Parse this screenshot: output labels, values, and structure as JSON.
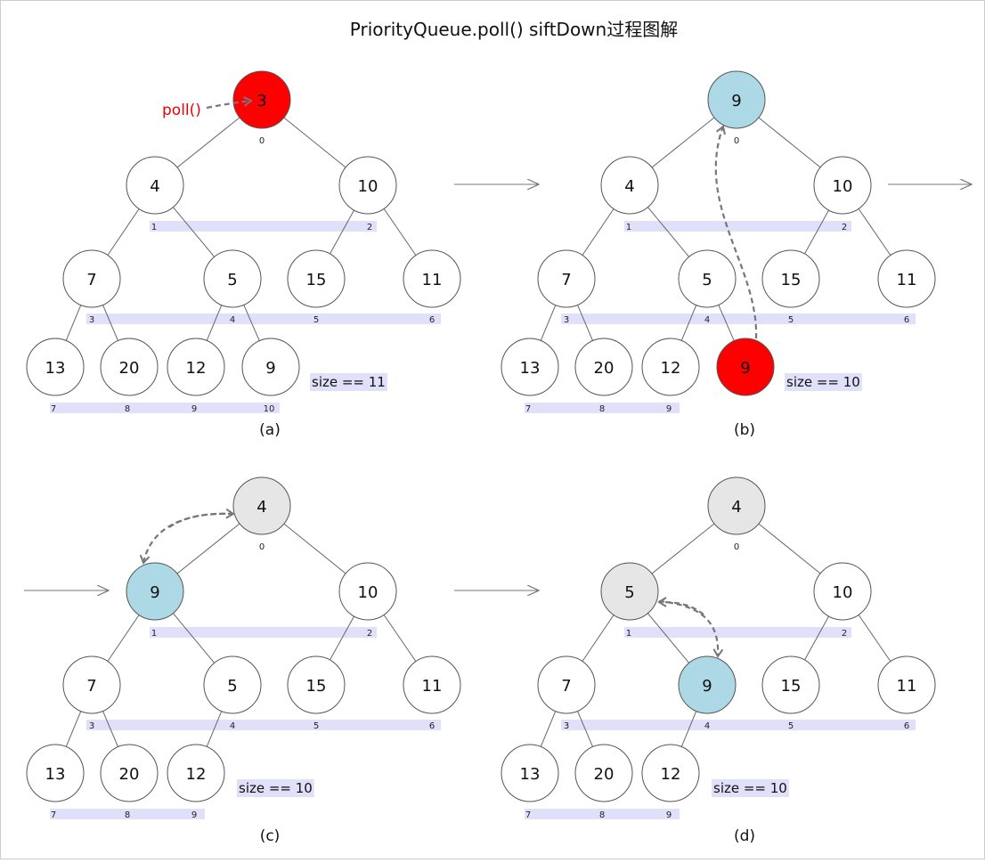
{
  "title": "PriorityQueue.poll() siftDown过程图解",
  "colors": {
    "stroke": "#555555",
    "edge": "#666666",
    "node_default": "#ffffff",
    "node_red": "#ff0000",
    "node_blue": "#add8e6",
    "node_gray": "#e6e6e6",
    "index_band": "#e0e0fa",
    "poll_text": "#ee0000",
    "dashed": "#777777",
    "label_text": "#111111"
  },
  "icons": {
    "arrow": "long-right-arrow-icon"
  },
  "panels": [
    {
      "id": "a",
      "caption": "(a)",
      "size_label": "size == 11",
      "poll_label": "poll()",
      "nodes": [
        {
          "value": "3",
          "index": "0",
          "color": "red"
        },
        {
          "value": "4",
          "index": "1",
          "color": "default"
        },
        {
          "value": "10",
          "index": "2",
          "color": "default"
        },
        {
          "value": "7",
          "index": "3",
          "color": "default"
        },
        {
          "value": "5",
          "index": "4",
          "color": "default"
        },
        {
          "value": "15",
          "index": "5",
          "color": "default"
        },
        {
          "value": "11",
          "index": "6",
          "color": "default"
        },
        {
          "value": "13",
          "index": "7",
          "color": "default"
        },
        {
          "value": "20",
          "index": "8",
          "color": "default"
        },
        {
          "value": "12",
          "index": "9",
          "color": "default"
        },
        {
          "value": "9",
          "index": "10",
          "color": "default"
        }
      ]
    },
    {
      "id": "b",
      "caption": "(b)",
      "size_label": "size == 10",
      "nodes": [
        {
          "value": "9",
          "index": "0",
          "color": "blue"
        },
        {
          "value": "4",
          "index": "1",
          "color": "default"
        },
        {
          "value": "10",
          "index": "2",
          "color": "default"
        },
        {
          "value": "7",
          "index": "3",
          "color": "default"
        },
        {
          "value": "5",
          "index": "4",
          "color": "default"
        },
        {
          "value": "15",
          "index": "5",
          "color": "default"
        },
        {
          "value": "11",
          "index": "6",
          "color": "default"
        },
        {
          "value": "13",
          "index": "7",
          "color": "default"
        },
        {
          "value": "20",
          "index": "8",
          "color": "default"
        },
        {
          "value": "12",
          "index": "9",
          "color": "default"
        },
        {
          "value": "9",
          "index": "",
          "color": "red"
        }
      ]
    },
    {
      "id": "c",
      "caption": "(c)",
      "size_label": "size == 10",
      "nodes": [
        {
          "value": "4",
          "index": "0",
          "color": "gray"
        },
        {
          "value": "9",
          "index": "1",
          "color": "blue"
        },
        {
          "value": "10",
          "index": "2",
          "color": "default"
        },
        {
          "value": "7",
          "index": "3",
          "color": "default"
        },
        {
          "value": "5",
          "index": "4",
          "color": "default"
        },
        {
          "value": "15",
          "index": "5",
          "color": "default"
        },
        {
          "value": "11",
          "index": "6",
          "color": "default"
        },
        {
          "value": "13",
          "index": "7",
          "color": "default"
        },
        {
          "value": "20",
          "index": "8",
          "color": "default"
        },
        {
          "value": "12",
          "index": "9",
          "color": "default"
        }
      ]
    },
    {
      "id": "d",
      "caption": "(d)",
      "size_label": "size == 10",
      "nodes": [
        {
          "value": "4",
          "index": "0",
          "color": "gray"
        },
        {
          "value": "5",
          "index": "1",
          "color": "gray"
        },
        {
          "value": "10",
          "index": "2",
          "color": "default"
        },
        {
          "value": "7",
          "index": "3",
          "color": "default"
        },
        {
          "value": "9",
          "index": "4",
          "color": "blue"
        },
        {
          "value": "15",
          "index": "5",
          "color": "default"
        },
        {
          "value": "11",
          "index": "6",
          "color": "default"
        },
        {
          "value": "13",
          "index": "7",
          "color": "default"
        },
        {
          "value": "20",
          "index": "8",
          "color": "default"
        },
        {
          "value": "12",
          "index": "9",
          "color": "default"
        }
      ]
    }
  ]
}
